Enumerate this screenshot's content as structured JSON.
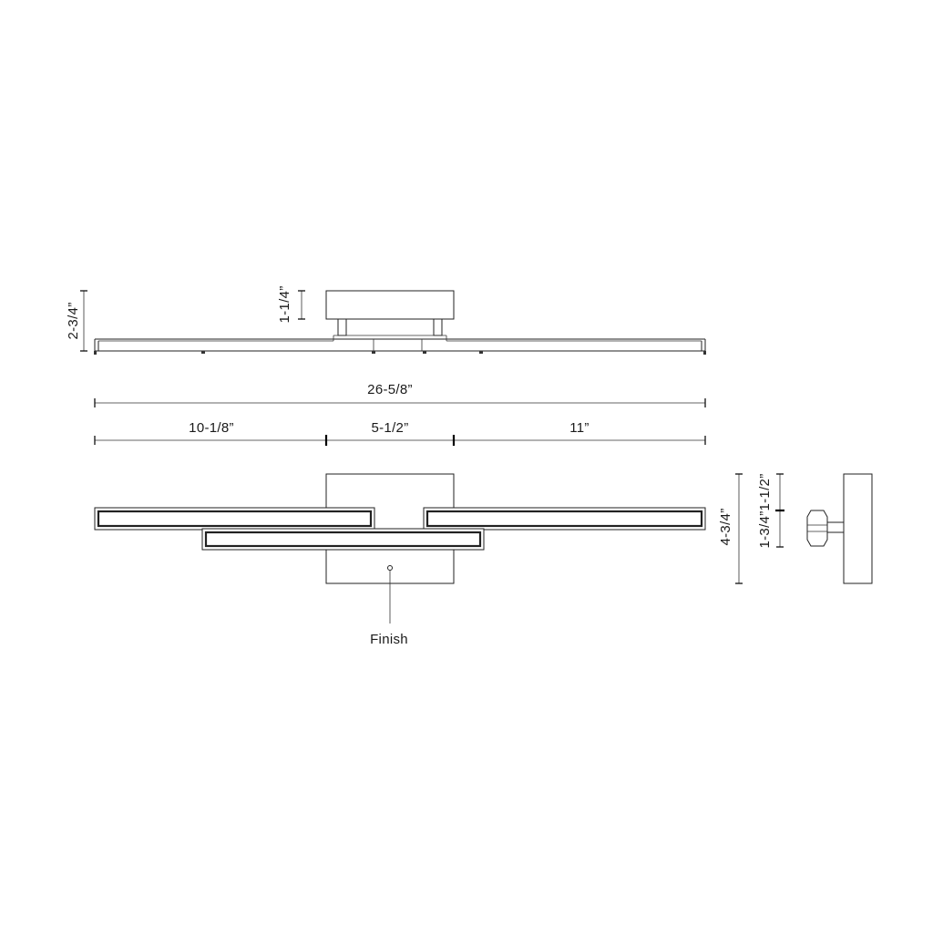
{
  "dimensions": {
    "overall_width": "26-5/8”",
    "left_segment": "10-1/8”",
    "middle_segment": "5-1/2”",
    "right_segment": "11”",
    "profile_height": "2-3/4”",
    "canopy_height": "1-1/4”",
    "front_height": "4-3/4”",
    "side_upper": "1-1/2”",
    "side_lower": "1-3/4”"
  },
  "callouts": {
    "finish": "Finish"
  }
}
